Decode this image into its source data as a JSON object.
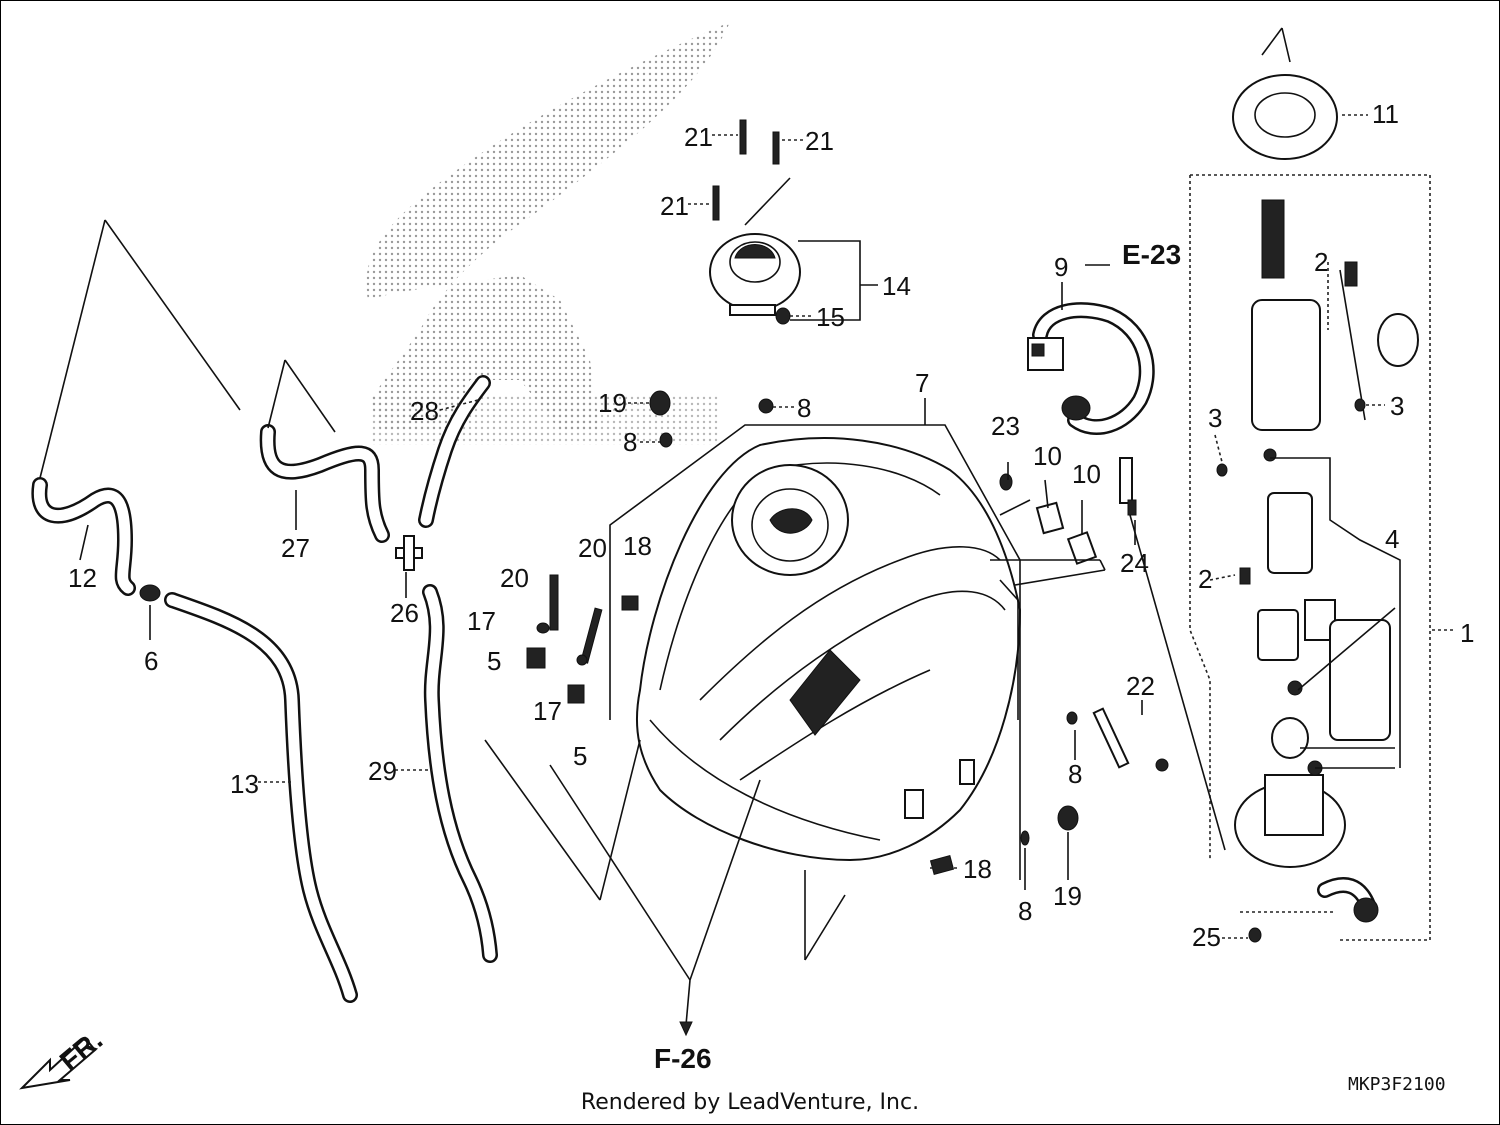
{
  "diagram": {
    "callouts": [
      {
        "id": "c1",
        "text": "1"
      },
      {
        "id": "c2a",
        "text": "2"
      },
      {
        "id": "c2b",
        "text": "2"
      },
      {
        "id": "c3a",
        "text": "3"
      },
      {
        "id": "c3b",
        "text": "3"
      },
      {
        "id": "c4",
        "text": "4"
      },
      {
        "id": "c5a",
        "text": "5"
      },
      {
        "id": "c5b",
        "text": "5"
      },
      {
        "id": "c6",
        "text": "6"
      },
      {
        "id": "c7",
        "text": "7"
      },
      {
        "id": "c8a",
        "text": "8"
      },
      {
        "id": "c8b",
        "text": "8"
      },
      {
        "id": "c8c",
        "text": "8"
      },
      {
        "id": "c8d",
        "text": "8"
      },
      {
        "id": "c9",
        "text": "9"
      },
      {
        "id": "c10a",
        "text": "10"
      },
      {
        "id": "c10b",
        "text": "10"
      },
      {
        "id": "c11",
        "text": "11"
      },
      {
        "id": "c12",
        "text": "12"
      },
      {
        "id": "c13",
        "text": "13"
      },
      {
        "id": "c14",
        "text": "14"
      },
      {
        "id": "c15",
        "text": "15"
      },
      {
        "id": "c17a",
        "text": "17"
      },
      {
        "id": "c17b",
        "text": "17"
      },
      {
        "id": "c18a",
        "text": "18"
      },
      {
        "id": "c18b",
        "text": "18"
      },
      {
        "id": "c19a",
        "text": "19"
      },
      {
        "id": "c19b",
        "text": "19"
      },
      {
        "id": "c20a",
        "text": "20"
      },
      {
        "id": "c20b",
        "text": "20"
      },
      {
        "id": "c21a",
        "text": "21"
      },
      {
        "id": "c21b",
        "text": "21"
      },
      {
        "id": "c21c",
        "text": "21"
      },
      {
        "id": "c22",
        "text": "22"
      },
      {
        "id": "c23",
        "text": "23"
      },
      {
        "id": "c24",
        "text": "24"
      },
      {
        "id": "c25",
        "text": "25"
      },
      {
        "id": "c26",
        "text": "26"
      },
      {
        "id": "c27",
        "text": "27"
      },
      {
        "id": "c28",
        "text": "28"
      },
      {
        "id": "c29",
        "text": "29"
      }
    ],
    "references": [
      {
        "id": "e23",
        "text": "E-23"
      },
      {
        "id": "f26",
        "text": "F-26"
      }
    ],
    "direction_label": "FR.",
    "diagram_code": "MKP3F2100",
    "credit": "Rendered by LeadVenture, Inc."
  }
}
